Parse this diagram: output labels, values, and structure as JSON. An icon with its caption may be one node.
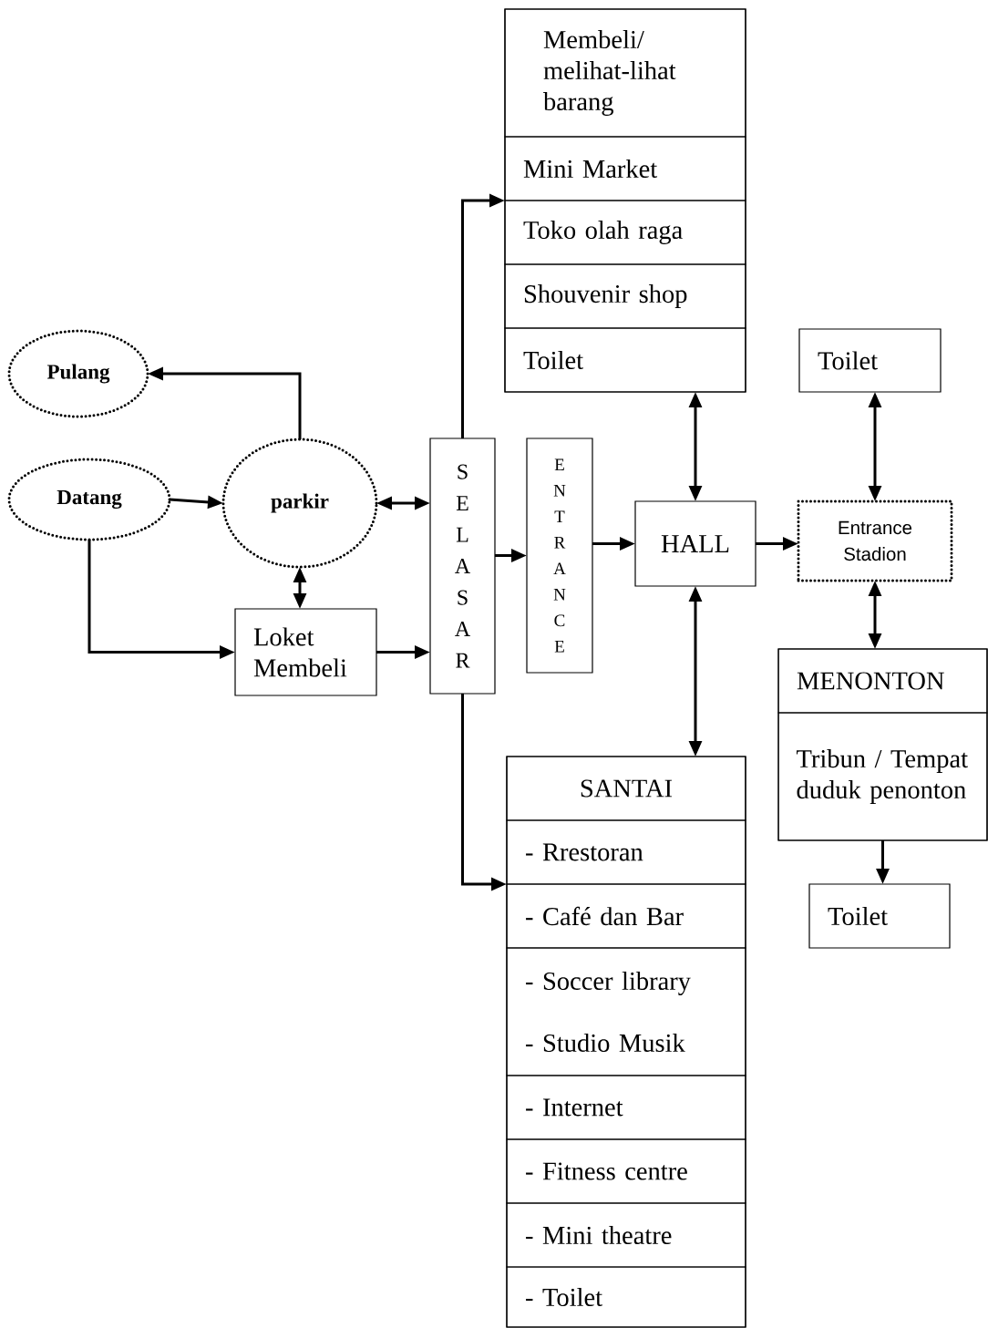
{
  "diagram": {
    "nodes": [
      {
        "text": [],
        "shape": "box"
      },
      {
        "text": [
          "Membeli/ melihat-lihat barang"
        ],
        "in": 0
      },
      {
        "text": [
          "Mini Market"
        ],
        "in": 0
      },
      {
        "text": [
          "Toko olah raga"
        ],
        "in": 0
      },
      {
        "text": [
          "Shouvenir shop"
        ],
        "in": 0
      },
      {
        "text": [
          "Toilet"
        ],
        "in": 0
      },
      {
        "text": [
          "Toilet"
        ]
      },
      {
        "text": [
          "Pulang"
        ]
      },
      {
        "text": [
          "Datang"
        ]
      },
      {
        "text": [
          "parkir"
        ]
      },
      {
        "text": [
          "SELASAR"
        ]
      },
      {
        "text": [
          "ENTRANCE"
        ]
      },
      {
        "text": [
          "Loket Membeli"
        ]
      },
      {
        "text": [
          "HALL"
        ]
      },
      {
        "text": [
          "Entrance Stadion"
        ]
      },
      {
        "text": [],
        "shape": "box"
      },
      {
        "text": [
          "MENONTON"
        ],
        "in": 15
      },
      {
        "text": [
          "Tribun / Tempat duduk penonton"
        ],
        "in": 15
      },
      {
        "text": [
          "Toilet"
        ]
      },
      {
        "text": [],
        "shape": "box"
      },
      {
        "text": [
          "SANTAI"
        ],
        "in": 19
      },
      {
        "text": [
          "- Rrestoran"
        ],
        "in": 19
      },
      {
        "text": [
          "- Café dan Bar"
        ],
        "in": 19
      },
      {
        "text": [
          "- Soccer library",
          "- Studio Musik"
        ],
        "in": 19
      },
      {
        "text": [
          "- Internet"
        ],
        "in": 19
      },
      {
        "text": [
          "- Fitness centre"
        ],
        "in": 19
      },
      {
        "text": [
          "- Mini theatre"
        ],
        "in": 19
      },
      {
        "text": [
          "- Toilet"
        ],
        "in": 19
      }
    ],
    "edges": [
      {
        "from": 9,
        "to": 7,
        "arrow": "to"
      },
      {
        "from": 8,
        "to": 9,
        "arrow": "to"
      },
      {
        "from": 9,
        "to": 10,
        "arrow": "both"
      },
      {
        "from": 9,
        "to": 12,
        "arrow": "both"
      },
      {
        "from": 8,
        "to": 12,
        "arrow": "to"
      },
      {
        "from": 12,
        "to": 10,
        "arrow": "to"
      },
      {
        "from": 10,
        "to": 0,
        "arrow": "to"
      },
      {
        "from": 10,
        "to": 19,
        "arrow": "to"
      },
      {
        "from": 10,
        "to": 11,
        "arrow": "to"
      },
      {
        "from": 11,
        "to": 13,
        "arrow": "to"
      },
      {
        "from": 13,
        "to": 0,
        "arrow": "both"
      },
      {
        "from": 13,
        "to": 19,
        "arrow": "both"
      },
      {
        "from": 13,
        "to": 14,
        "arrow": "to"
      },
      {
        "from": 14,
        "to": 6,
        "arrow": "both"
      },
      {
        "from": 14,
        "to": 15,
        "arrow": "both"
      },
      {
        "from": 15,
        "to": 18,
        "arrow": "to"
      }
    ]
  }
}
